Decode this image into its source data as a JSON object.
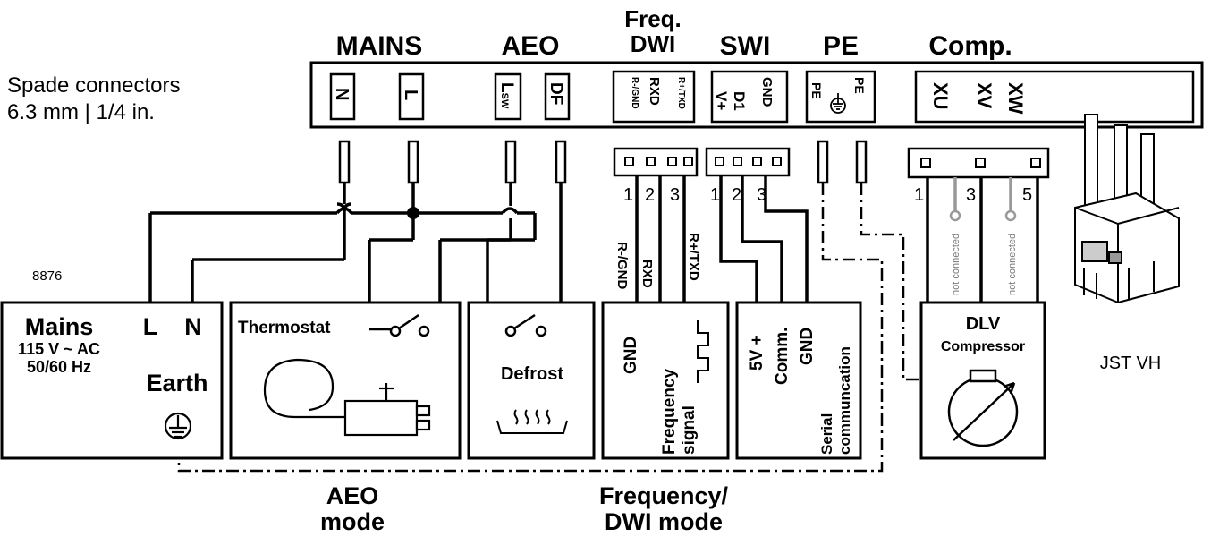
{
  "headers": {
    "mains": "MAINS",
    "aeo": "AEO",
    "freq_line1": "Freq.",
    "freq_line2": "DWI",
    "swi": "SWI",
    "pe": "PE",
    "comp": "Comp."
  },
  "spade": {
    "line1": "Spade connectors",
    "line2": "6.3 mm | 1/4 in."
  },
  "terminals": {
    "n": "N",
    "l": "L",
    "lsw_main": "L",
    "lsw_sub": "SW",
    "df": "DF",
    "r_gnd": "R-/GND",
    "rxd": "RXD",
    "r_txd": "R+/TXD",
    "v_plus": "V+",
    "d1": "D1",
    "gnd": "GND",
    "pe_a": "PE",
    "pe_b": "PE",
    "xu": "XU",
    "xv": "XV",
    "xw": "XW"
  },
  "pins": {
    "dwi": [
      "1",
      "2",
      "3"
    ],
    "swi": [
      "1",
      "2",
      "3"
    ],
    "comp": [
      "1",
      "3",
      "5"
    ]
  },
  "wire_labels": {
    "r_gnd": "R-/GND",
    "rxd": "RXD",
    "r_txd": "R+/TXD",
    "not_connected_a": "not connected",
    "not_connected_b": "not connected"
  },
  "ref_number": "8876",
  "mains_box": {
    "title": "Mains",
    "voltage": "115 V ~ AC",
    "freq": "50/60 Hz",
    "l": "L",
    "n": "N",
    "earth": "Earth"
  },
  "boxes": {
    "thermostat": "Thermostat",
    "defrost": "Defrost",
    "freq_gnd": "GND",
    "freq_signal_line1": "Frequency",
    "freq_signal_line2": "signal",
    "swi_5v": "5V +",
    "swi_comm": "Comm.",
    "swi_gnd": "GND",
    "serial_line1": "Serial",
    "serial_line2": "communcation",
    "dlv": "DLV",
    "compressor": "Compressor"
  },
  "modes": {
    "aeo_line1": "AEO",
    "aeo_line2": "mode",
    "freq_line1": "Frequency/",
    "freq_line2": "DWI mode"
  },
  "jst": "JST VH"
}
